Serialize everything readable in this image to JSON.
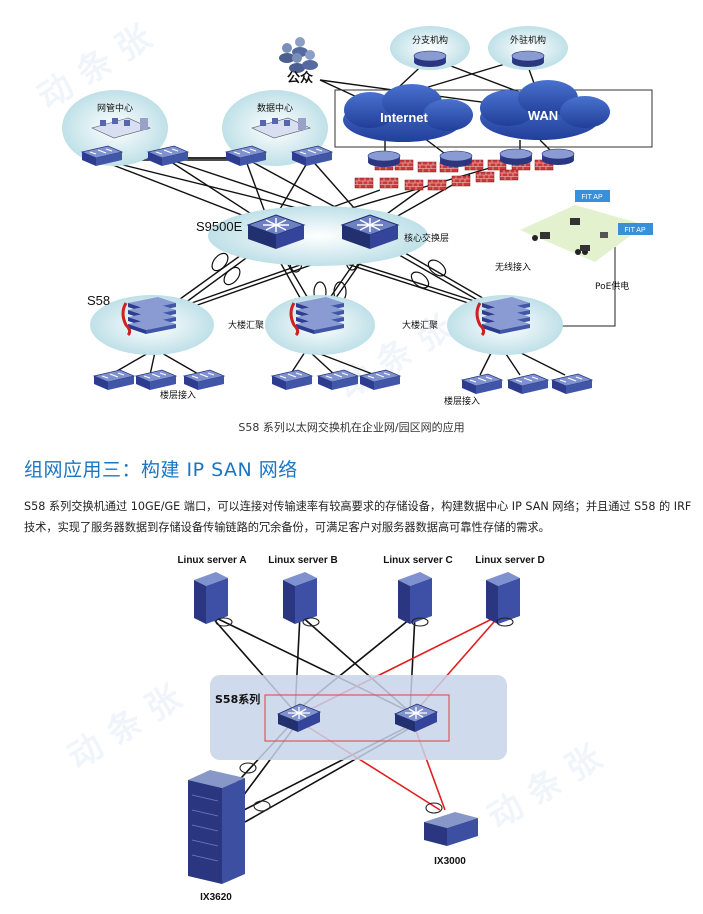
{
  "diagram1": {
    "labels": {
      "public": "公众",
      "branch": "分支机构",
      "office": "外驻机构",
      "internet": "Internet",
      "wan": "WAN",
      "nms": "网管中心",
      "dc": "数据中心",
      "s9500e": "S9500E",
      "core": "核心交换层",
      "wireless": "无线接入",
      "fitap1": "FIT AP",
      "fitap2": "FIT AP",
      "poe": "PoE供电",
      "s58": "S58",
      "agg1": "大楼汇聚",
      "agg2": "大楼汇聚",
      "access1": "楼层接入",
      "access2": "楼层接入"
    },
    "caption": "S58 系列以太网交换机在企业网/园区网的应用"
  },
  "section": {
    "heading": "组网应用三：构建 IP SAN 网络",
    "paragraph": "S58 系列交换机通过 10GE/GE 端口，可以连接对传输速率有较高要求的存储设备，构建数据中心 IP SAN 网络；并且通过 S58 的 IRF 技术，实现了服务器数据到存储设备传输链路的冗余备份，可满足客户对服务器数据高可靠性存储的需求。"
  },
  "diagram2": {
    "servers": [
      "Linux server A",
      "Linux server B",
      "Linux server C",
      "Linux server D"
    ],
    "s58_series": "S58系列",
    "storage1": "IX3620",
    "storage2": "IX3000"
  },
  "watermark": "动 条 张",
  "colors": {
    "accent": "#1a76c4",
    "cloud": "#2f56b5",
    "red_link": "#e02020",
    "switch": "#3a4a9a",
    "halo": "#cfe6ec"
  }
}
